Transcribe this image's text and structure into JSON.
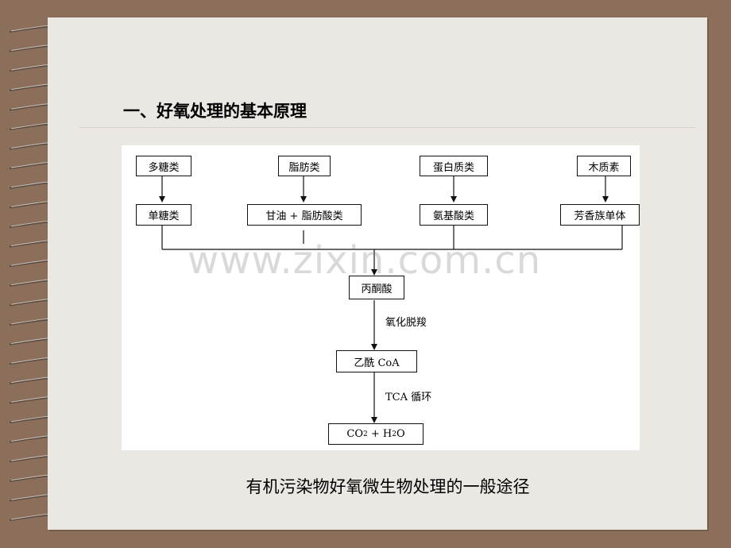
{
  "slide": {
    "title": "一、好氧处理的基本原理",
    "caption": "有机污染物好氧微生物处理的一般途径",
    "watermark": "www.zixin.com.cn"
  },
  "diagram": {
    "sources": [
      "多糖类",
      "脂肪类",
      "蛋白质类",
      "木质素"
    ],
    "monomers": [
      "单糖类",
      "甘油 + 脂肪酸类",
      "氨基酸类",
      "芳香族单体"
    ],
    "pyruvate": "丙酮酸",
    "step1_label": "氧化脱羧",
    "acetyl": "乙酰 CoA",
    "step2_label": "TCA 循环",
    "products": "CO",
    "products_sub1": "2",
    "products_mid": " + H",
    "products_sub2": "2",
    "products_end": "O"
  },
  "colors": {
    "background": "#8b6f5a",
    "page": "#ebe7e2",
    "panel": "#ffffff",
    "ink": "#000000"
  }
}
